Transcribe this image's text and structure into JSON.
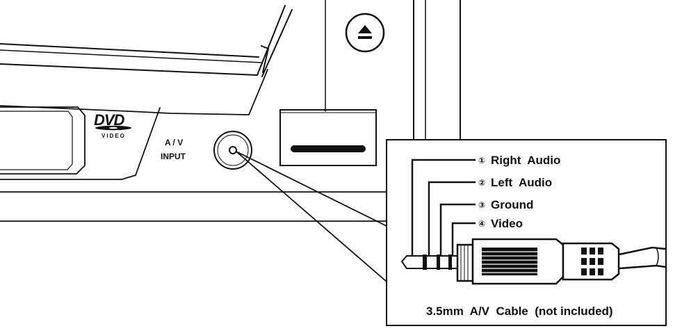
{
  "panel": {
    "av_input_line1": "A / V",
    "av_input_line2": "INPUT",
    "logo_dvd": "DVD",
    "logo_video": "VIDEO"
  },
  "callout": {
    "pins": [
      {
        "number": "①",
        "label": "Right  Audio"
      },
      {
        "number": "②",
        "label": "Left  Audio"
      },
      {
        "number": "③",
        "label": "Ground"
      },
      {
        "number": "④",
        "label": "Video"
      }
    ],
    "caption": "3.5mm  A/V  Cable  (not included)"
  },
  "icons": {
    "eject": "eject-icon",
    "port": "av-input-port-icon",
    "plug": "trrs-plug-icon"
  },
  "colors": {
    "line": "#111111",
    "background": "#ffffff"
  }
}
